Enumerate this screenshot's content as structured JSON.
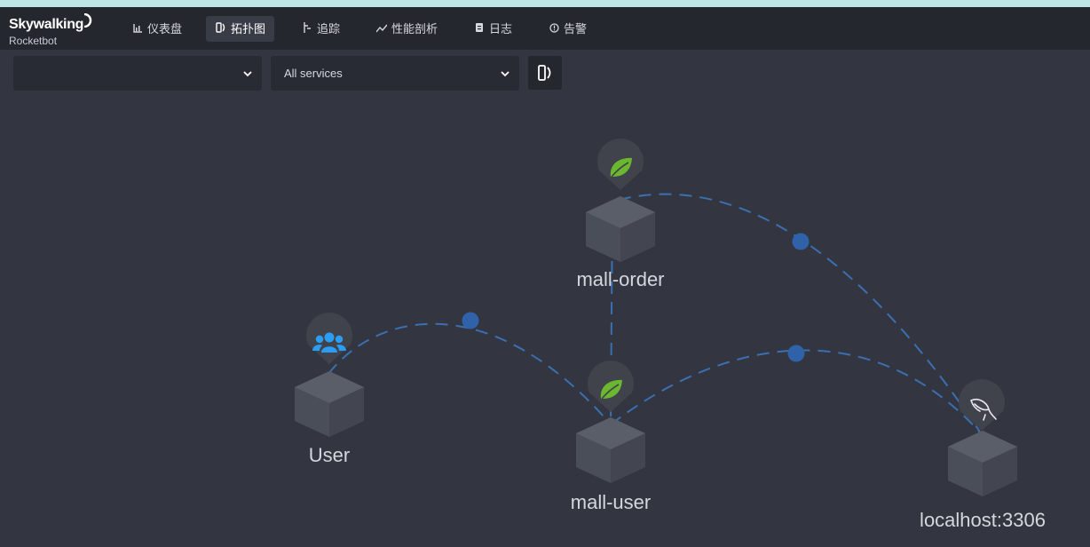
{
  "app": {
    "logo_title": "Skywalking",
    "logo_subtitle": "Rocketbot"
  },
  "nav": {
    "items": [
      {
        "label": "仪表盘",
        "icon": "dashboard-icon",
        "active": false
      },
      {
        "label": "拓扑图",
        "icon": "topology-icon",
        "active": true
      },
      {
        "label": "追踪",
        "icon": "trace-icon",
        "active": false
      },
      {
        "label": "性能剖析",
        "icon": "profile-icon",
        "active": false
      },
      {
        "label": "日志",
        "icon": "log-icon",
        "active": false
      },
      {
        "label": "告警",
        "icon": "alarm-icon",
        "active": false
      }
    ]
  },
  "toolbar": {
    "group_select_value": "",
    "service_select_value": "All services",
    "topology_button_icon": "topology-icon"
  },
  "topology": {
    "nodes": [
      {
        "name": "mall-order",
        "icon": "spring-leaf-icon"
      },
      {
        "name": "User",
        "icon": "users-icon"
      },
      {
        "name": "mall-user",
        "icon": "spring-leaf-icon"
      },
      {
        "name": "localhost:3306",
        "icon": "mysql-dolphin-icon"
      }
    ],
    "edges": [
      {
        "from": "User",
        "to": "mall-user"
      },
      {
        "from": "mall-order",
        "to": "mall-user"
      },
      {
        "from": "mall-order",
        "to": "localhost:3306"
      },
      {
        "from": "mall-user",
        "to": "localhost:3306"
      }
    ]
  },
  "colors": {
    "background": "#333640",
    "navbar": "#24272d",
    "edge": "#3a6fb0",
    "edge_dot": "#2f62a8",
    "node_cube": "#4b4f5a",
    "spring_green": "#6bb82e",
    "users_blue": "#2a9df4"
  }
}
